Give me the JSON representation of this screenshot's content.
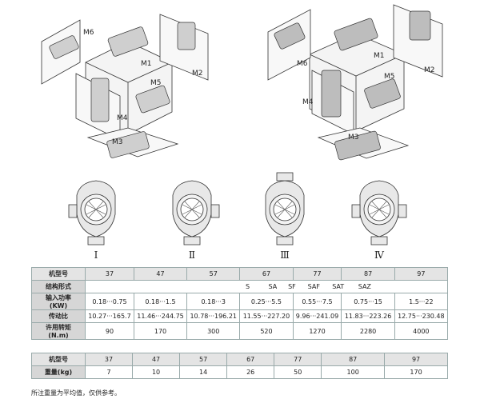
{
  "diagram": {
    "left_labels": [
      "M6",
      "M1",
      "M2",
      "M5",
      "M4",
      "M3"
    ],
    "right_labels": [
      "M6",
      "M1",
      "M2",
      "M5",
      "M4",
      "M3"
    ],
    "roman": [
      "Ⅰ",
      "Ⅱ",
      "Ⅲ",
      "Ⅳ"
    ]
  },
  "table1": {
    "header_label": "机型号",
    "sizes": [
      "37",
      "47",
      "57",
      "67",
      "77",
      "87",
      "97"
    ],
    "structure_label": "结构形式",
    "structure_values": [
      "S",
      "SA",
      "SF",
      "SAF",
      "SAT",
      "SAZ"
    ],
    "power_label": "输入功率",
    "power_unit": "(KW)",
    "power_values": [
      "0.18···0.75",
      "0.18···1.5",
      "0.18···3",
      "0.25···5.5",
      "0.55···7.5",
      "0.75···15",
      "1.5···22"
    ],
    "ratio_label": "传动比",
    "ratio_values": [
      "10.27···165.7",
      "11.46···244.75",
      "10.78···196.21",
      "11.55···227.20",
      "9.96···241.09",
      "11.83···223.26",
      "12.75···230.48"
    ],
    "torque_label": "许用转矩",
    "torque_unit": "(N.m)",
    "torque_values": [
      "90",
      "170",
      "300",
      "520",
      "1270",
      "2280",
      "4000"
    ]
  },
  "table2": {
    "header_label": "机型号",
    "sizes": [
      "37",
      "47",
      "57",
      "67",
      "77",
      "87",
      "97"
    ],
    "weight_label": "重量(kg)",
    "weight_values": [
      "7",
      "10",
      "14",
      "26",
      "50",
      "100",
      "170"
    ]
  },
  "note": "所注重量为平均值，仅供参考。"
}
